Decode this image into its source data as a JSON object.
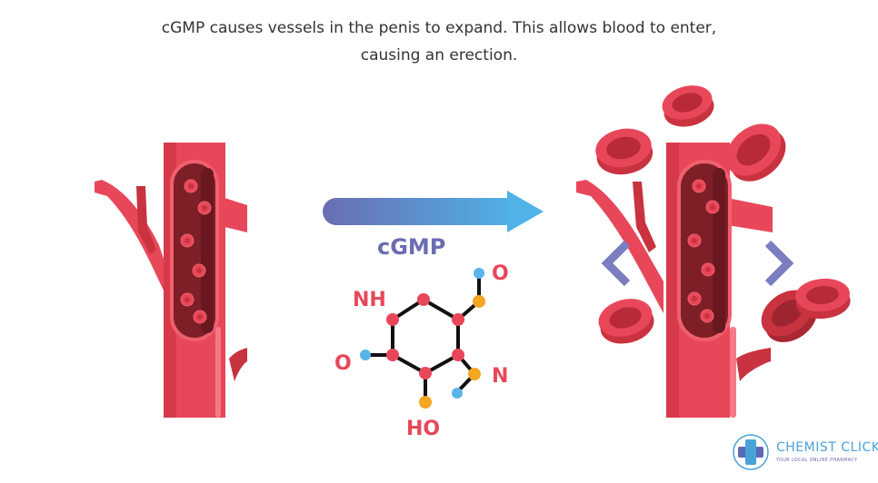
{
  "caption": {
    "line1": "cGMP causes vessels in the penis to expand. This allows blood to enter,",
    "line2": "causing an erection."
  },
  "arrow": {
    "label": "cGMP",
    "gradient_start": "#6a6db2",
    "gradient_end": "#4fb3e8"
  },
  "molecule": {
    "labels": {
      "nh": "NH",
      "o_top": "O",
      "o_left": "O",
      "n": "N",
      "ho": "HO"
    },
    "colors": {
      "ring_atom": "#e8475a",
      "blue_atom": "#5ab4ea",
      "orange_atom": "#f5a623",
      "bond": "#111111"
    }
  },
  "vessels": {
    "before": "narrow blood vessel",
    "after": "expanded blood vessel",
    "colors": {
      "vessel": "#e8475a",
      "vessel_dark": "#c9323f",
      "lumen": "#7e1f28",
      "cell": "#e8475a",
      "expand_chevron": "#7a7dc0"
    }
  },
  "logo": {
    "title": "CHEMIST CLICK",
    "subtitle": "YOUR LOCAL ONLINE PHARMACY"
  }
}
